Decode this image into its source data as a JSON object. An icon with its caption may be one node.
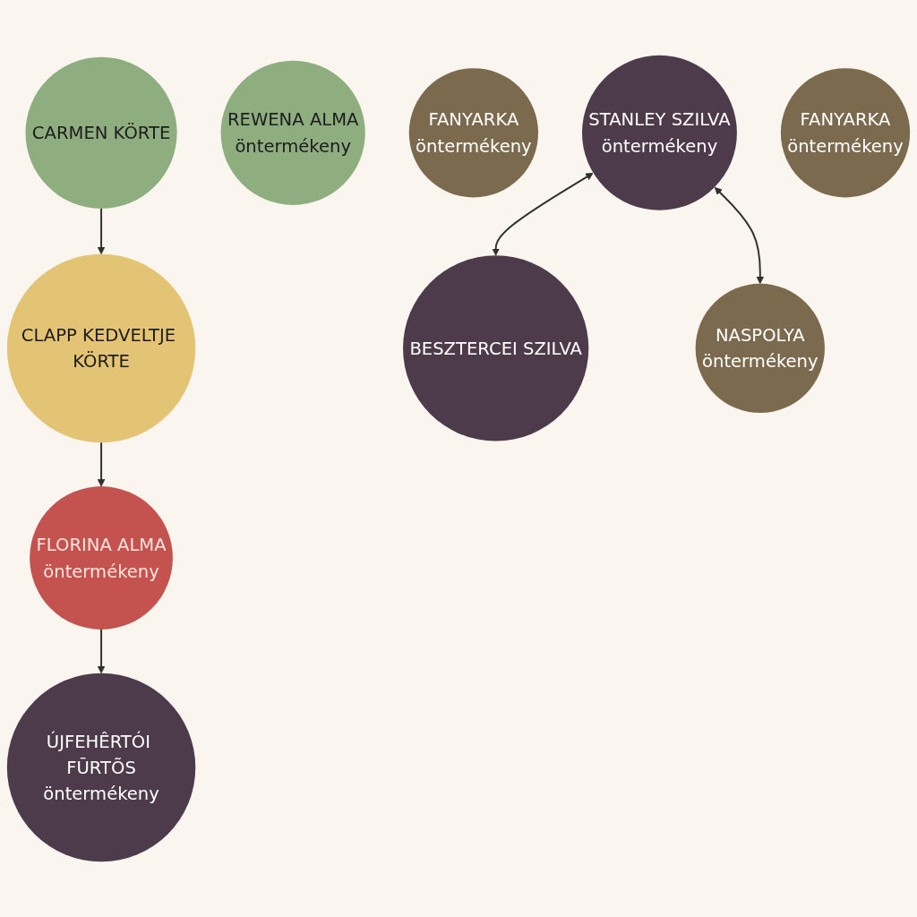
{
  "diagram": {
    "nodes": [
      {
        "text": [
          "CARMEN KÖRTE"
        ]
      },
      {
        "text": [
          "CLAPP KEDVELTJE KÖRTE"
        ]
      },
      {
        "text": [
          "ÚJFEHÊRTÓI FŪRTÕS",
          "öntermékeny"
        ]
      },
      {
        "text": [
          "REWENA ALMA",
          "öntermékeny"
        ]
      },
      {
        "text": [
          "FLORINA ALMA",
          "öntermékeny"
        ]
      },
      {
        "text": [
          "FANYARKA",
          "öntermékeny"
        ]
      },
      {
        "text": [
          "STANLEY SZILVA",
          "öntermékeny"
        ]
      },
      {
        "text": [
          "BESZTERCEI SZILVA"
        ]
      },
      {
        "text": [
          "FANYARKA",
          "öntermékeny"
        ]
      },
      {
        "text": [
          "NASPOLYA",
          "öntermékeny"
        ]
      }
    ],
    "edges": [
      {
        "from": 0,
        "to": 1,
        "arrow": "to"
      },
      {
        "from": 1,
        "to": 4,
        "arrow": "to"
      },
      {
        "from": 4,
        "to": 2,
        "arrow": "to"
      },
      {
        "from": 6,
        "to": 7,
        "arrow": "both"
      },
      {
        "from": 6,
        "to": 9,
        "arrow": "both"
      }
    ]
  }
}
